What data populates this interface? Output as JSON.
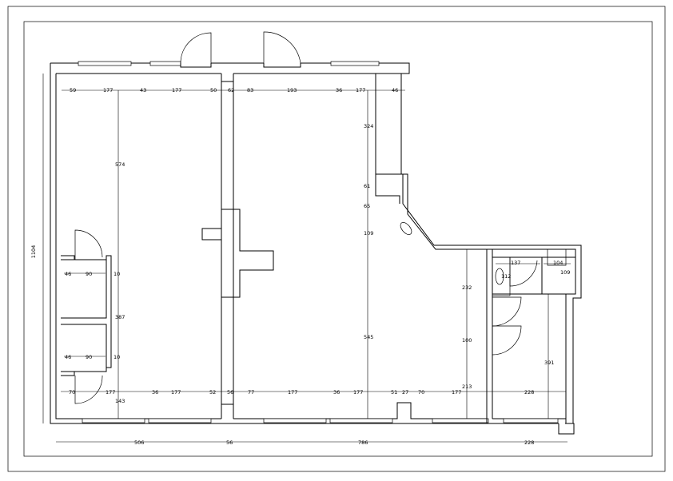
{
  "plan": {
    "overall_height": "1104",
    "top_dims": [
      "59",
      "177",
      "43",
      "177",
      "50",
      "62",
      "83",
      "193",
      "36",
      "177",
      "46"
    ],
    "bottom_dims": [
      "70",
      "177",
      "36",
      "177",
      "52",
      "56",
      "77",
      "177",
      "36",
      "177",
      "51",
      "27",
      "70",
      "177",
      "228"
    ],
    "overall_widths": [
      "506",
      "56",
      "786",
      "228"
    ],
    "left_room_height": "574",
    "left_lower_height": "387",
    "left_bottom_height": "143",
    "closet_upper": [
      "46",
      "90",
      "10"
    ],
    "closet_lower": [
      "46",
      "90",
      "10"
    ],
    "right_vertical": [
      "324",
      "61",
      "65",
      "109",
      "545"
    ],
    "wing_vertical": [
      "232",
      "100",
      "213"
    ],
    "bath": [
      "137",
      "112",
      "104",
      "109"
    ],
    "wing_room_height": "391"
  },
  "colors": {
    "line": "#000000",
    "background": "#ffffff"
  }
}
